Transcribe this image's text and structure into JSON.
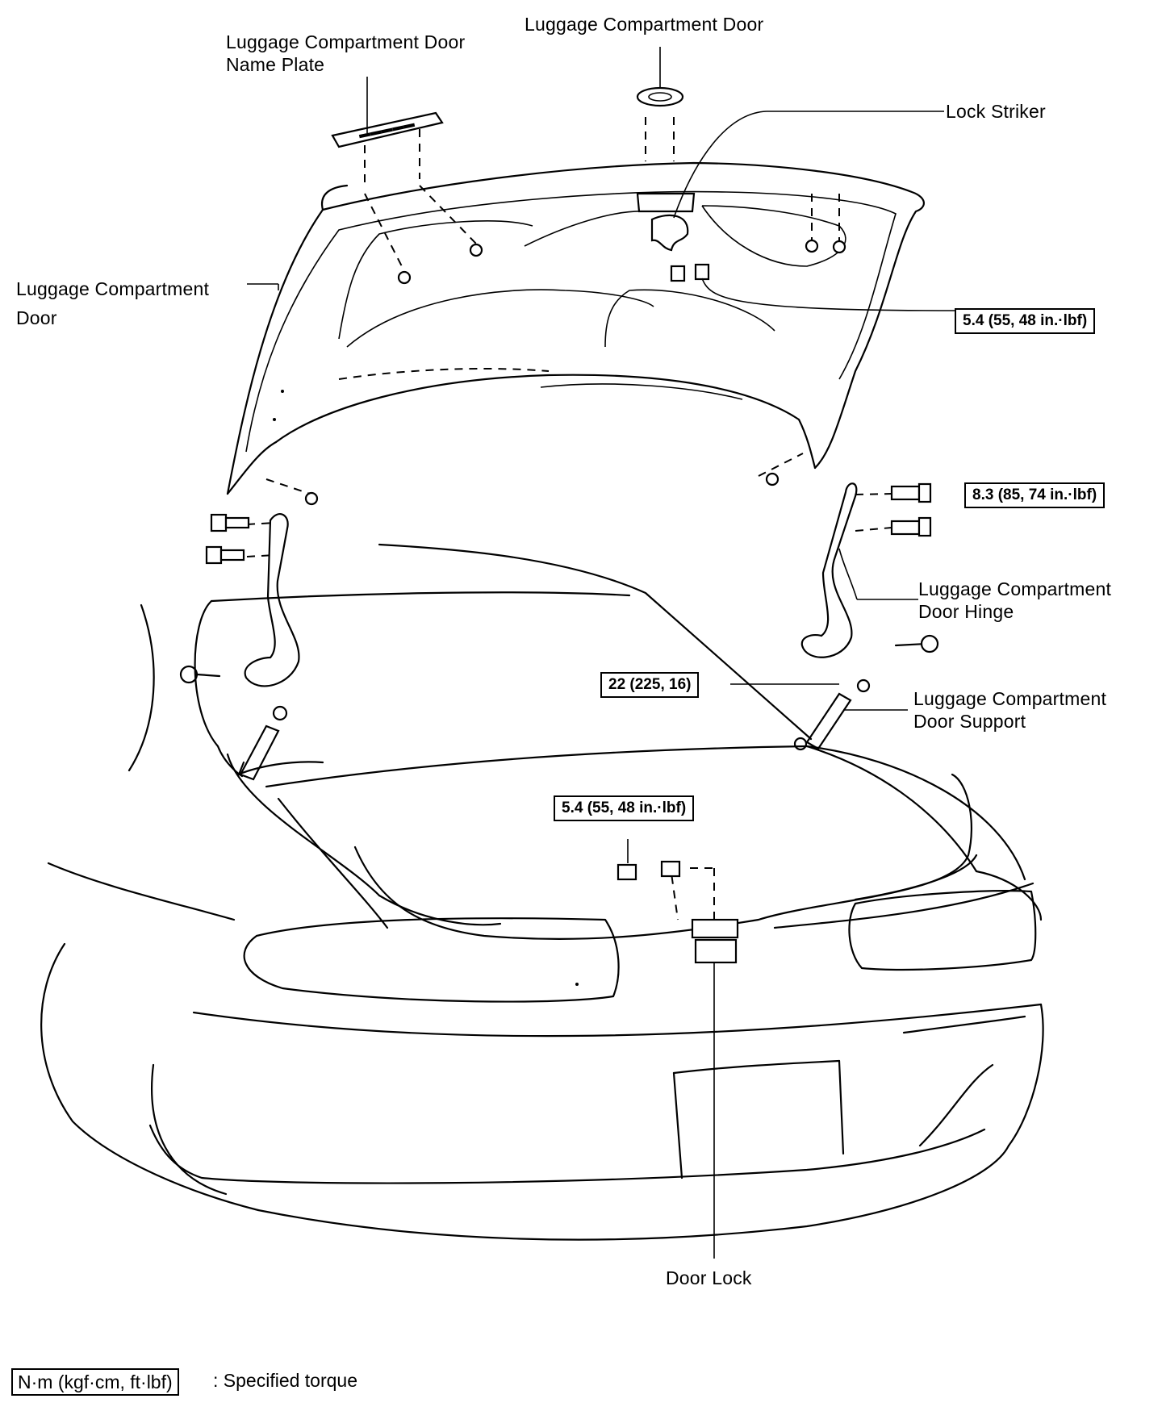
{
  "labels": {
    "name_plate_line1": "Luggage Compartment Door",
    "name_plate_line2": "Name Plate",
    "emblem": "Luggage Compartment Door",
    "lock_striker": "Lock Striker",
    "door_line1": "Luggage Compartment",
    "door_line2": "Door",
    "hinge_line1": "Luggage Compartment",
    "hinge_line2": "Door Hinge",
    "support_line1": "Luggage Compartment",
    "support_line2": "Door Support",
    "door_lock": "Door Lock"
  },
  "torques": {
    "striker_bolts": "5.4 (55, 48 in.·lbf)",
    "hinge_bolts": "8.3 (85, 74 in.·lbf)",
    "support": "22 (225, 16)",
    "door_lock_bolts": "5.4 (55, 48 in.·lbf)"
  },
  "legend": {
    "unit_box": "N·m (kgf·cm, ft·lbf)",
    "description": ": Specified torque"
  }
}
